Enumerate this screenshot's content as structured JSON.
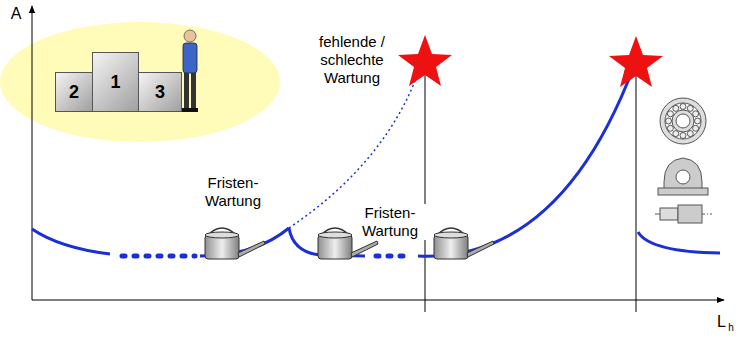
{
  "diagram": {
    "nodes": [
      {
        "text": [
          "1"
        ]
      },
      {
        "text": [
          "2"
        ]
      },
      {
        "text": [
          "3"
        ]
      }
    ],
    "labels": [
      "A",
      "fehlende / schlechte Wartung",
      "Fristen- Wartung",
      "Fristen- Wartung",
      "L",
      "h"
    ]
  }
}
